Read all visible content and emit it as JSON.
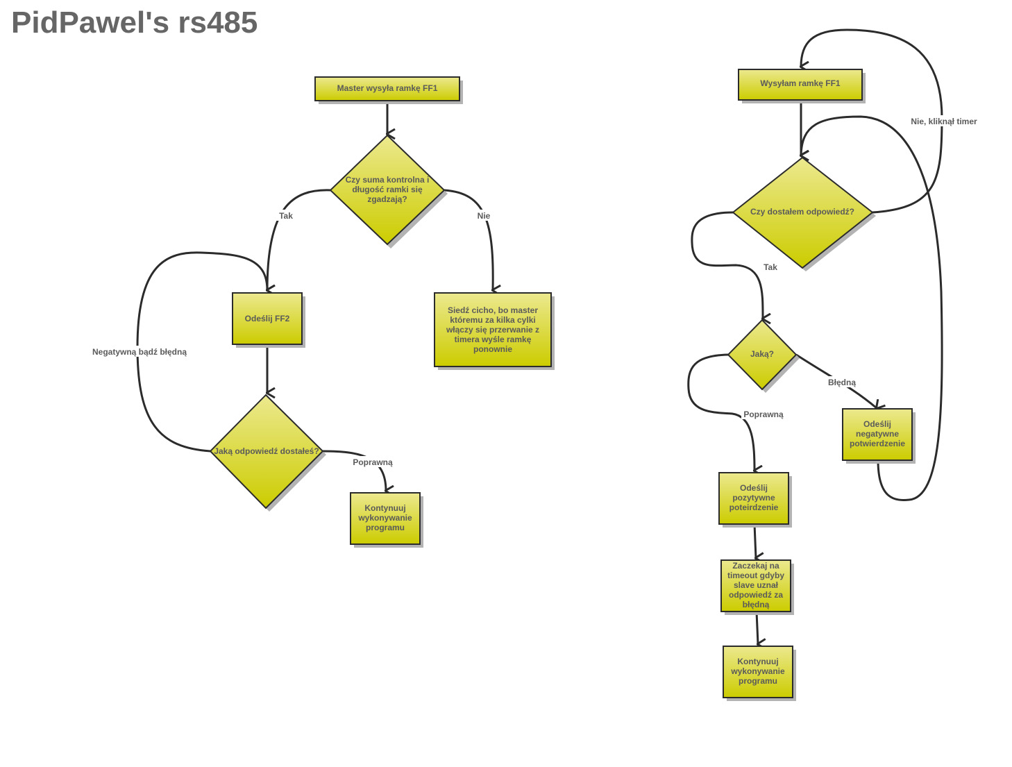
{
  "title": "PidPawel's rs485",
  "colors": {
    "node_fill_top": "#ece98f",
    "node_fill_bottom": "#cccc00",
    "stroke": "#2b2b2b",
    "text": "#5a5a5a",
    "title": "#666666"
  },
  "left_flow": {
    "nodes": {
      "start": {
        "type": "process",
        "lines": [
          "Master wysyła ramkę FF1"
        ]
      },
      "check": {
        "type": "decision",
        "lines": [
          "Czy suma kontrolna i",
          "długość ramki się",
          "zgadzają?"
        ]
      },
      "send_ff2": {
        "type": "process",
        "lines": [
          "Odeślij FF2"
        ]
      },
      "quiet": {
        "type": "process",
        "lines": [
          "Siedź cicho, bo master",
          "któremu za kilka cylki",
          "włączy się przerwanie z",
          "timera wyśle ramkę",
          "ponownie"
        ]
      },
      "answer": {
        "type": "decision",
        "lines": [
          "Jaką odpowiedź dostałeś?"
        ]
      },
      "continue": {
        "type": "process",
        "lines": [
          "Kontynuuj",
          "wykonywanie",
          "programu"
        ]
      }
    },
    "edges": {
      "yes": "Tak",
      "no": "Nie",
      "negative": "Negatywną bądź błędną",
      "correct": "Poprawną"
    }
  },
  "right_flow": {
    "nodes": {
      "send": {
        "type": "process",
        "lines": [
          "Wysyłam ramkę FF1"
        ]
      },
      "got_reply": {
        "type": "decision",
        "lines": [
          "Czy dostałem odpowiedź?"
        ]
      },
      "which": {
        "type": "decision",
        "lines": [
          "Jaką?"
        ]
      },
      "negative_ack": {
        "type": "process",
        "lines": [
          "Odeślij",
          "negatywne",
          "potwierdzenie"
        ]
      },
      "positive_ack": {
        "type": "process",
        "lines": [
          "Odeślij",
          "pozytywne",
          "poteirdzenie"
        ]
      },
      "wait_timeout": {
        "type": "process",
        "lines": [
          "Zaczekaj na",
          "timeout gdyby",
          "slave uznał",
          "odpowiedź za",
          "błędną"
        ]
      },
      "continue": {
        "type": "process",
        "lines": [
          "Kontynuuj",
          "wykonywanie",
          "programu"
        ]
      }
    },
    "edges": {
      "timer": "Nie, kliknął timer",
      "yes": "Tak",
      "wrong": "Błędną",
      "correct": "Poprawną"
    }
  }
}
